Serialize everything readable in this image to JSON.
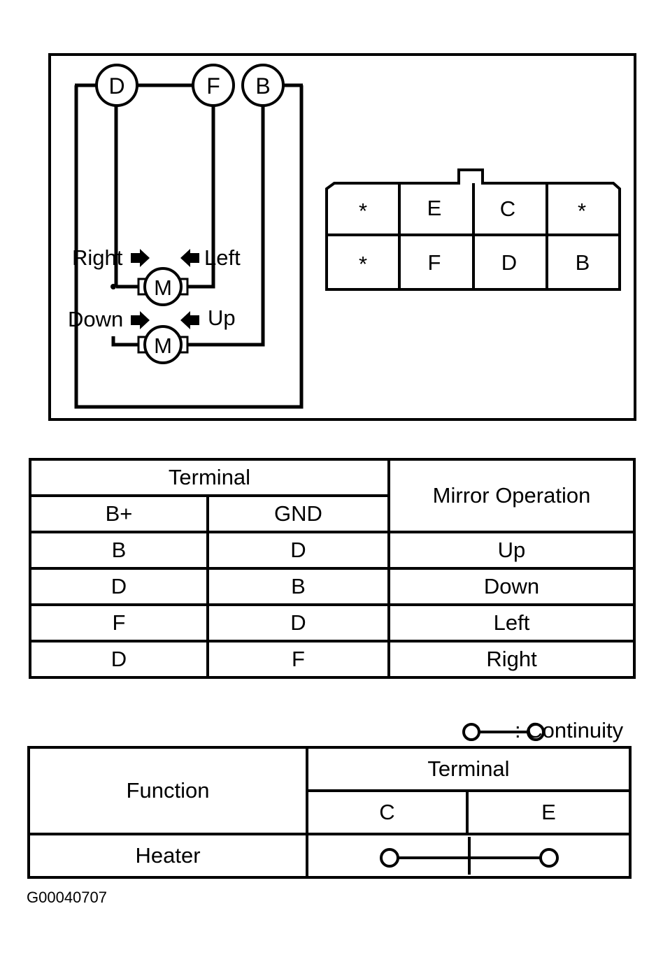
{
  "circuit": {
    "terminals": [
      "D",
      "F",
      "B"
    ],
    "motor_label": "M",
    "directions": {
      "right": "Right",
      "left": "Left",
      "down": "Down",
      "up": "Up"
    }
  },
  "connector": {
    "cells": [
      [
        "*",
        "E",
        "C",
        "*"
      ],
      [
        "*",
        "F",
        "D",
        "B"
      ]
    ]
  },
  "operation_table": {
    "header_group": "Terminal",
    "col_bplus": "B+",
    "col_gnd": "GND",
    "col_operation": "Mirror Operation",
    "rows": [
      {
        "bplus": "B",
        "gnd": "D",
        "operation": "Up"
      },
      {
        "bplus": "D",
        "gnd": "B",
        "operation": "Down"
      },
      {
        "bplus": "F",
        "gnd": "D",
        "operation": "Left"
      },
      {
        "bplus": "D",
        "gnd": "F",
        "operation": "Right"
      }
    ]
  },
  "legend": {
    "label": ": Continuity"
  },
  "function_table": {
    "col_function": "Function",
    "header_group": "Terminal",
    "col_c": "C",
    "col_e": "E",
    "rows": [
      {
        "function": "Heater"
      }
    ]
  },
  "figure_code": "G00040707"
}
